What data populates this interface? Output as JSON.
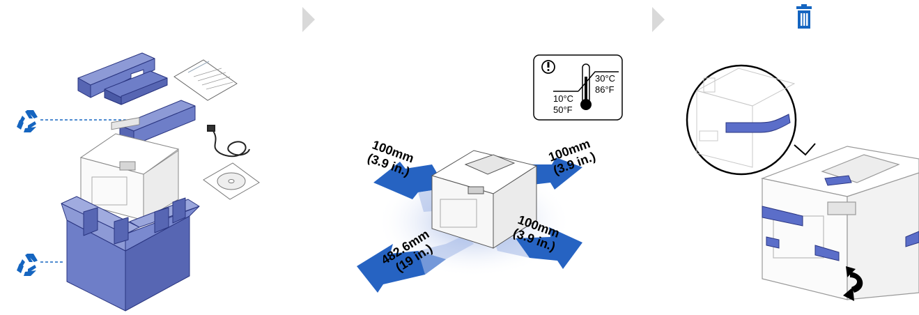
{
  "panel1": {
    "recycle_icon": "recycle-icon"
  },
  "separators": {
    "arrow_icon": "chevron-right-icon"
  },
  "panel2": {
    "temperature": {
      "caution_icon": "exclamation-circle-icon",
      "low_c": "10°C",
      "low_f": "50°F",
      "high_c": "30°C",
      "high_f": "86°F"
    },
    "clearances": {
      "back_left": {
        "mm": "100mm",
        "in": "(3.9 in.)"
      },
      "back_right": {
        "mm": "100mm",
        "in": "(3.9 in.)"
      },
      "side_right": {
        "mm": "100mm",
        "in": "(3.9 in.)"
      },
      "front_left": {
        "mm": "482.6mm",
        "in": "(19 in.)"
      }
    },
    "arrow_color": "#1a5bbf"
  },
  "panel3": {
    "trash_icon": "trash-icon",
    "tape_color": "#5b6ec9",
    "rotate_icon": "rotate-arrow-icon"
  },
  "colors": {
    "foam": "#6e7ec8",
    "foam_dark": "#4a5aa6",
    "recycle_blue": "#1565c0",
    "separator": "#d9d9d9"
  }
}
